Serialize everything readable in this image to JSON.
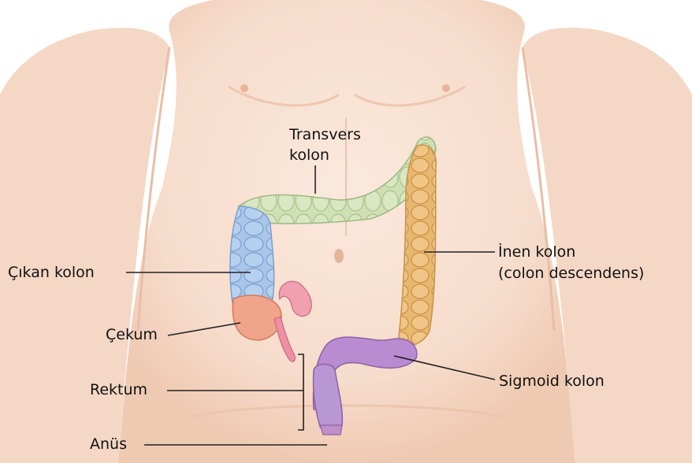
{
  "labels": {
    "transverse_line1": "Transvers",
    "transverse_line2": "kolon",
    "ascending": "Çıkan kolon",
    "descending_line1": "İnen kolon",
    "descending_line2": "(colon descendens)",
    "cecum": "Çekum",
    "rectum": "Rektum",
    "sigmoid": "Sigmoid kolon",
    "anus": "Anüs"
  },
  "colors": {
    "skin": "#f6dccb",
    "skin_shadow": "#e9bfa6",
    "transverse": "#cfe0b3",
    "ascending": "#a9c6ea",
    "descending": "#e8b770",
    "sigmoid_rectum": "#b98bd0",
    "cecum": "#f0a58a",
    "leader_line": "#222222"
  }
}
